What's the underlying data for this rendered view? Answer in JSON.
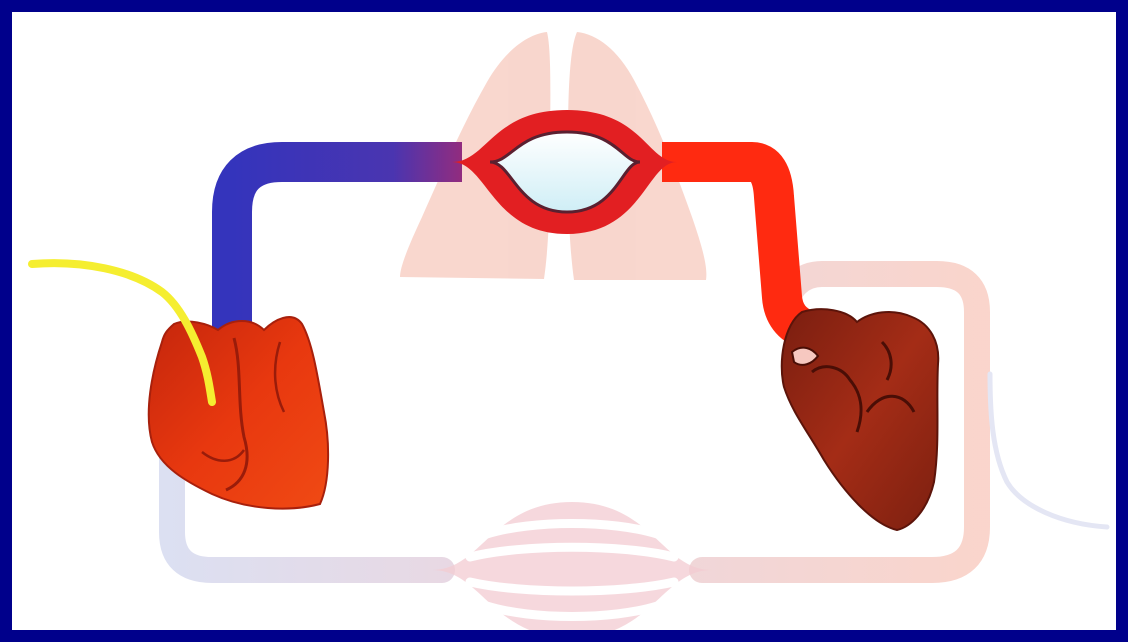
{
  "diagram": {
    "type": "circulation-schematic",
    "labels": [],
    "components": [
      "lungs",
      "pulmonary-artery",
      "lung-capillary-bed",
      "pulmonary-vein",
      "right-heart",
      "left-heart",
      "systemic-capillary-bed",
      "catheter",
      "thin-catheter"
    ],
    "colors": {
      "border": "#00008b",
      "background": "#ffffff",
      "deoxygenated": "#3333bb",
      "oxygenated": "#ff2a10",
      "heart_right": "#e83a10",
      "heart_left": "#9a2a14",
      "faded_vessel_red": "#f9d2c8",
      "faded_vessel_blue": "#d9dcf0",
      "lung_tint": "#f7cbbf",
      "catheter": "#f5ee30",
      "thin_catheter": "#e6e8f4",
      "capillary_fill": "#d8f0f6"
    }
  }
}
